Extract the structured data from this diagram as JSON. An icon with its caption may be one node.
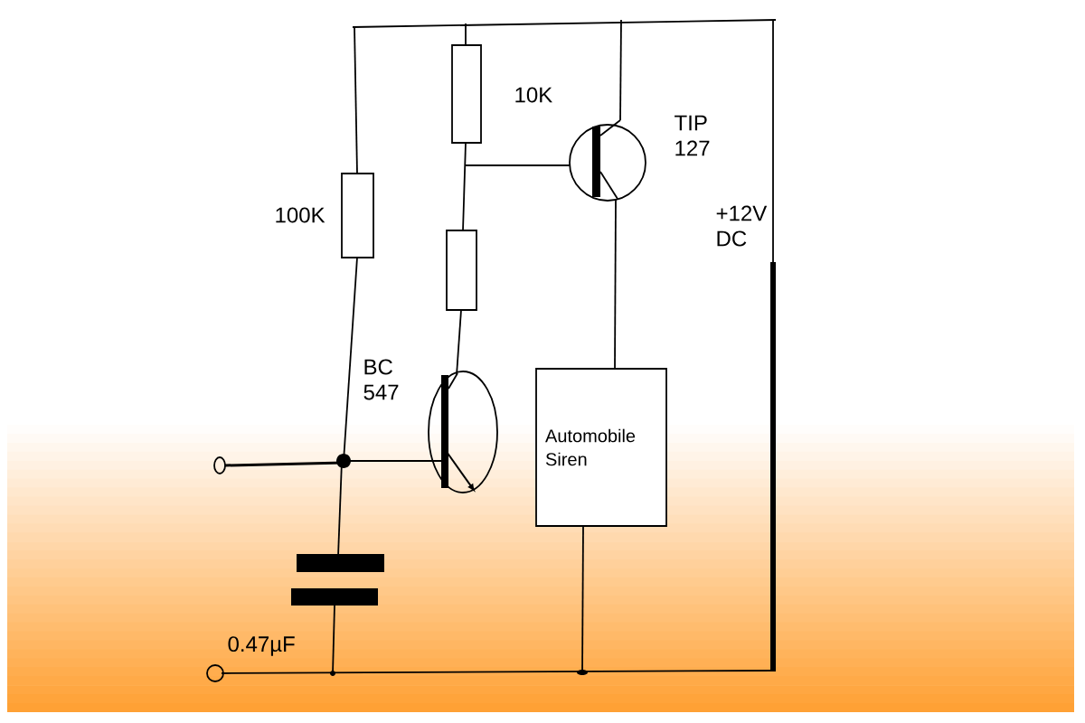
{
  "diagram": {
    "nodes": [
      {
        "text": [
          "Automobile Siren"
        ]
      }
    ],
    "labels": [
      "10K",
      "TIP 127",
      "100K",
      "+12V DC",
      "BC 547",
      "0.47µF"
    ]
  }
}
